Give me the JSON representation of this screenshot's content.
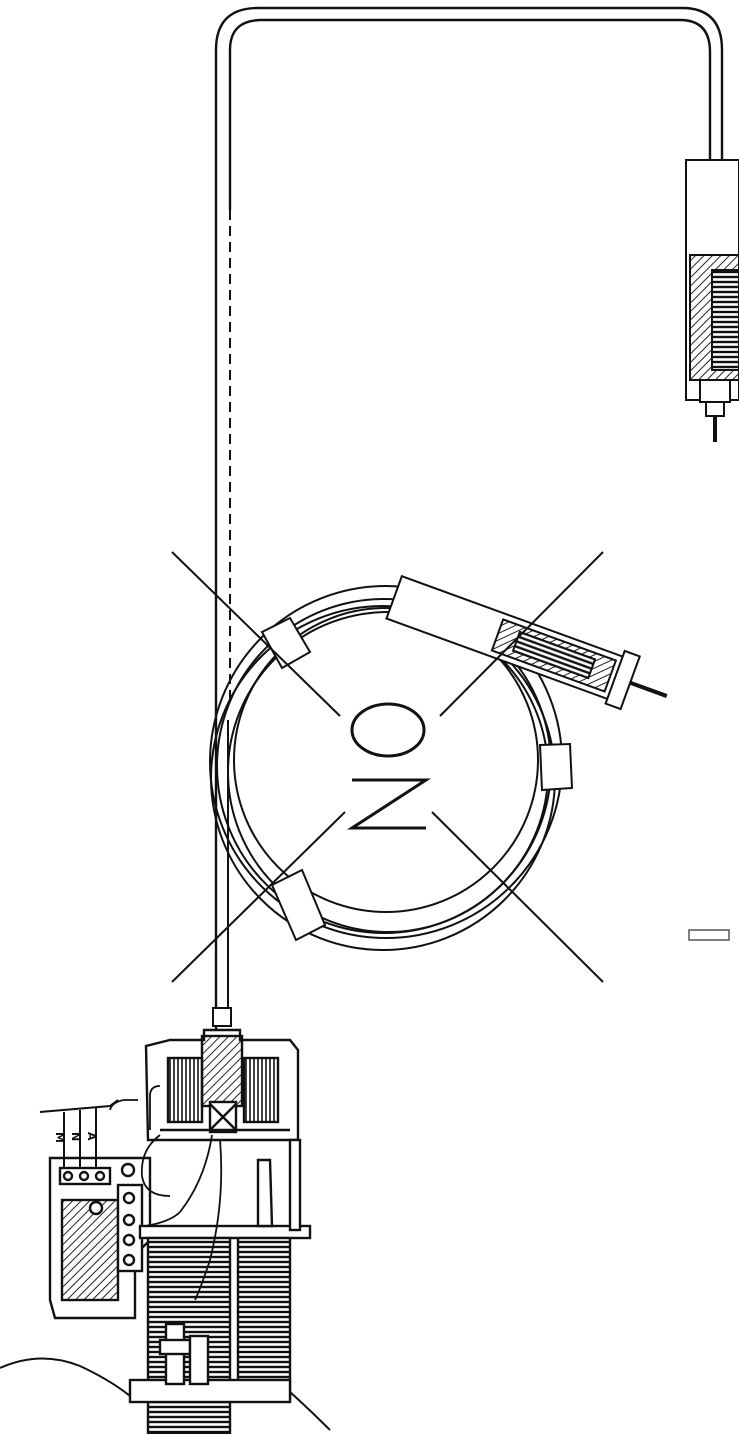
{
  "diagram": {
    "terminal_labels": [
      "M",
      "N",
      "A"
    ],
    "coil_marking": "O Z",
    "line_color": "#111111",
    "hatch_color": "#222222",
    "background": "#ffffff"
  }
}
